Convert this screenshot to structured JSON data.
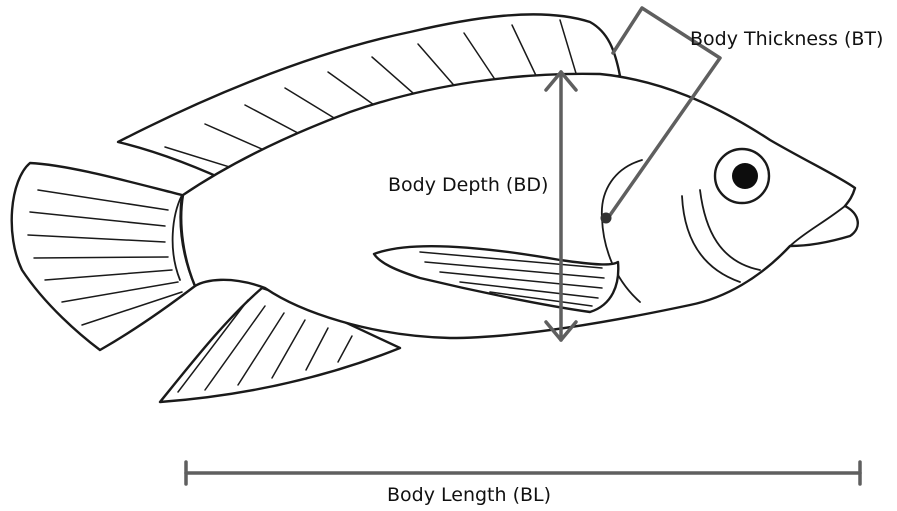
{
  "labels": {
    "body_thickness": "Body Thickness (BT)",
    "body_depth": "Body Depth (BD)",
    "body_length": "Body Length (BL)"
  },
  "colors": {
    "outline": "#1a1a1a",
    "measure": "#5f5f5f",
    "text": "#111111",
    "background": "#ffffff"
  }
}
